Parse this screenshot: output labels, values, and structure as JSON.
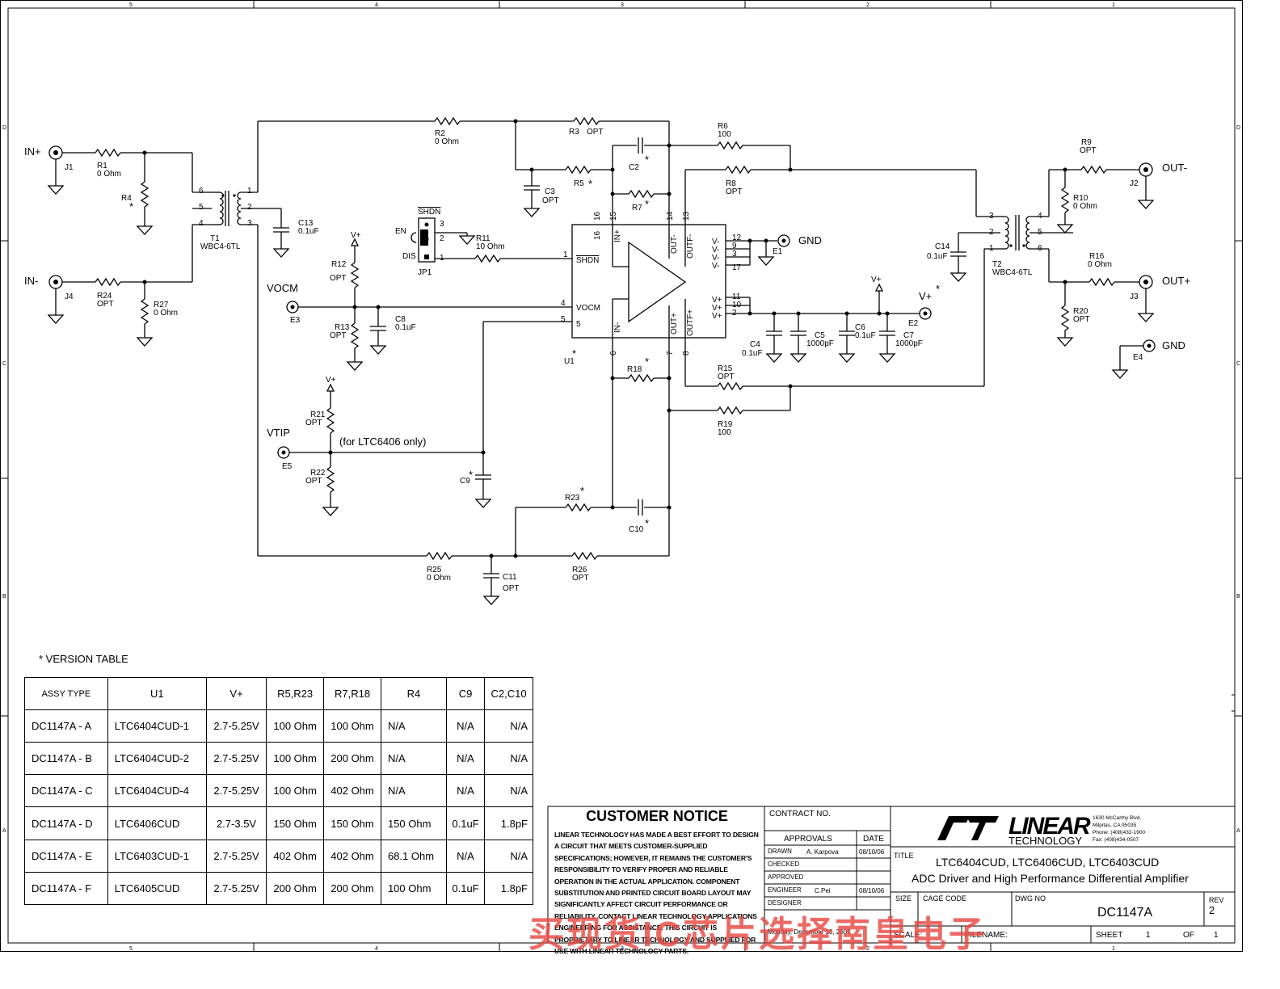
{
  "border": {
    "zones_top": [
      "5",
      "4",
      "3",
      "2",
      "1"
    ],
    "zones_bottom": [
      "5",
      "4",
      "3",
      "2",
      "1"
    ],
    "zones_left": [
      "D",
      "C",
      "B",
      "A"
    ],
    "zones_right": [
      "D",
      "C",
      "B",
      "A"
    ]
  },
  "connectors": {
    "in_plus": "IN+",
    "in_minus": "IN-",
    "out_minus": "OUT-",
    "out_plus": "OUT+",
    "j1": "J1",
    "j4": "J4",
    "j2": "J2",
    "j3": "J3",
    "vocm": "VOCM",
    "e3": "E3",
    "vtip": "VTIP",
    "e5": "E5",
    "gnd1": "GND",
    "e1": "E1",
    "gnd2": "GND",
    "e4": "E4",
    "vplus_e2": "V+",
    "e2": "E2",
    "asterisk": "*"
  },
  "components": {
    "r1": "R1",
    "r1_val": "0 Ohm",
    "r4": "R4",
    "r24": "R24",
    "r24_val": "OPT",
    "r27": "R27",
    "r27_val": "0 Ohm",
    "t1": "T1",
    "t1_val": "WBC4-6TL",
    "c13": "C13",
    "c13_val": "0.1uF",
    "r2": "R2",
    "r2_val": "0 Ohm",
    "r3": "R3",
    "r3_val": "OPT",
    "c3": "C3",
    "c3_val": "OPT",
    "r5": "R5",
    "c2": "C2",
    "r7": "R7",
    "r6": "R6",
    "r6_val": "100",
    "r8": "R8",
    "r8_val": "OPT",
    "shdn_bar": "SHDN",
    "en": "EN",
    "dis": "DIS",
    "jp1": "JP1",
    "r11": "R11",
    "r11_val": "10 Ohm",
    "vplus": "V+",
    "r12": "R12",
    "r12_val": "OPT",
    "r13": "R13",
    "r13_val": "OPT",
    "c8": "C8",
    "c8_val": "0.1uF",
    "u1": "U1",
    "r18": "R18",
    "r15": "R15",
    "r15_val": "OPT",
    "r19": "R19",
    "r19_val": "100",
    "r21": "R21",
    "r21_val": "OPT",
    "r22": "R22",
    "r22_val": "OPT",
    "for_ltc6406": "(for LTC6406 only)",
    "c9": "C9",
    "r23": "R23",
    "c10": "C10",
    "r25": "R25",
    "r25_val": "0 Ohm",
    "r26": "R26",
    "r26_val": "OPT",
    "c11": "C11",
    "c11_val": "OPT",
    "c4": "C4",
    "c4_val": "0.1uF",
    "c5": "C5",
    "c5_val": "1000pF",
    "c6": "C6",
    "c6_val": "0.1uF",
    "c7": "C7",
    "c7_val": "1000pF",
    "c14": "C14",
    "c14_val": "0.1uF",
    "t2": "T2",
    "t2_val": "WBC4-6TL",
    "r9": "R9",
    "r9_val": "OPT",
    "r10": "R10",
    "r10_val": "0 Ohm",
    "r16": "R16",
    "r16_val": "0 Ohm",
    "r20": "R20",
    "r20_val": "OPT"
  },
  "ic": {
    "pin_shdn": "SHDN",
    "pin_vocm": "VOCM",
    "pin_inplus": "IN+",
    "pin_inminus": "IN-",
    "pin_outminus": "OUT-",
    "pin_outfminus": "OUTF-",
    "pin_outplus": "OUT+",
    "pin_outfplus": "OUTF+",
    "vminus": "V-",
    "vplus": "V+",
    "n1": "1",
    "n2": "2",
    "n3": "3",
    "n4": "4",
    "n5": "5",
    "n6": "6",
    "n7": "7",
    "n8": "8",
    "n9": "9",
    "n10": "10",
    "n11": "11",
    "n12": "12",
    "n13": "13",
    "n14": "14",
    "n15": "15",
    "n16": "16",
    "n17": "17"
  },
  "version_table": {
    "caption": "*   VERSION TABLE",
    "headers": [
      "ASSY TYPE",
      "U1",
      "V+",
      "R5,R23",
      "R7,R18",
      "R4",
      "C9",
      "C2,C10"
    ],
    "rows": [
      [
        "DC1147A - A",
        "LTC6404CUD-1",
        "2.7-5.25V",
        "100 Ohm",
        "100 Ohm",
        "N/A",
        "N/A",
        "N/A"
      ],
      [
        "DC1147A - B",
        "LTC6404CUD-2",
        "2.7-5.25V",
        "100 Ohm",
        "200 Ohm",
        "N/A",
        "N/A",
        "N/A"
      ],
      [
        "DC1147A - C",
        "LTC6404CUD-4",
        "2.7-5.25V",
        "100 Ohm",
        "402 Ohm",
        "N/A",
        "N/A",
        "N/A"
      ],
      [
        "DC1147A - D",
        "LTC6406CUD",
        "2.7-3.5V",
        "150 Ohm",
        "150 Ohm",
        "150 Ohm",
        "0.1uF",
        "1.8pF"
      ],
      [
        "DC1147A - E",
        "LTC6403CUD-1",
        "2.7-5.25V",
        "402 Ohm",
        "402 Ohm",
        "68.1 Ohm",
        "N/A",
        "N/A"
      ],
      [
        "DC1147A - F",
        "LTC6405CUD",
        "2.7-5.25V",
        "200 Ohm",
        "200 Ohm",
        "100 Ohm",
        "0.1uF",
        "1.8pF"
      ]
    ]
  },
  "title_block": {
    "notice_title": "CUSTOMER NOTICE",
    "notice_body": "LINEAR TECHNOLOGY HAS MADE A BEST EFFORT TO DESIGN A CIRCUIT THAT MEETS CUSTOMER-SUPPLIED SPECIFICATIONS; HOWEVER, IT REMAINS THE CUSTOMER'S RESPONSIBILITY TO VERIFY PROPER AND RELIABLE OPERATION IN THE ACTUAL APPLICATION. COMPONENT SUBSTITUTION AND PRINTED CIRCUIT BOARD LAYOUT MAY SIGNIFICANTLY AFFECT CIRCUIT PERFORMANCE OR RELIABILITY. CONTACT LINEAR TECHNOLOGY APPLICATIONS ENGINEERING FOR ASSISTANCE. THIS CIRCUIT IS PROPRIETARY TO LINEAR TECHNOLOGY AND SUPPLIED FOR USE WITH LINEAR TECHNOLOGY PARTS.",
    "contract_no": "CONTRACT NO.",
    "approvals": "APPROVALS",
    "date": "DATE",
    "drawn": "DRAWN",
    "drawn_by": "A. Karpova",
    "drawn_date": "08/10/06",
    "checked": "CHECKED",
    "approved": "APPROVED",
    "engineer": "ENGINEER",
    "engineer_name": "C.Pei",
    "engineer_date": "08/10/06",
    "designer": "DESIGNER",
    "print_date": "Monday, December 10, 2007",
    "logo": "LINEAR",
    "logo_sub": "TECHNOLOGY",
    "address": [
      "1630 McCarthy Blvd.",
      "Milpitas, CA 95035",
      "Phone: (408)432-1900",
      "Fax: (408)434-0507"
    ],
    "title_label": "TITLE",
    "title_line1": "LTC6404CUD, LTC6406CUD, LTC6403CUD",
    "title_line2": "ADC Driver and High Performance Differential Amplifier",
    "size": "SIZE",
    "cage_code": "CAGE CODE",
    "dwg_no": "DWG NO",
    "dwg_value": "DC1147A",
    "rev": "REV",
    "rev_value": "2",
    "scale": "SCALE:",
    "filename": "FILENAME:",
    "sheet": "SHEET",
    "sheet_no": "1",
    "of": "OF",
    "sheet_total": "1"
  },
  "watermark": "买现货IC芯片选择南皇电子"
}
